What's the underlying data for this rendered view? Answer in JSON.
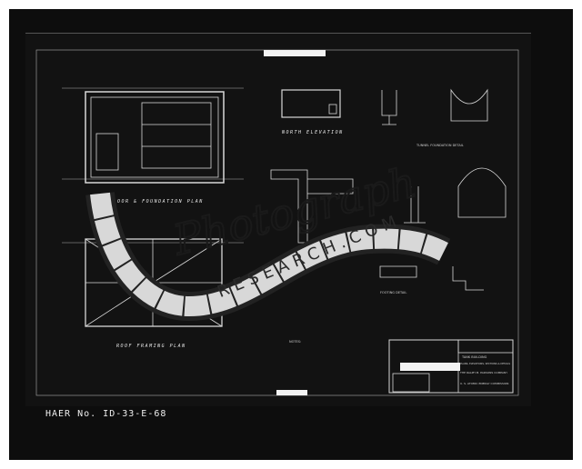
{
  "drawing": {
    "views": {
      "floor_plan": "FLOOR & FOUNDATION PLAN",
      "roof_plan": "ROOF FRAMING PLAN",
      "north_elevation": "NORTH ELEVATION",
      "notes": "NOTES:",
      "footing_detail": "FOOTING DETAIL",
      "tunnel_detail": "TUNNEL FOUNDATION DETAIL"
    },
    "title_block": {
      "project": "TANK BUILDING",
      "sheet_title": "PLANS, ELEVATIONS, SECTIONS & DETAILS",
      "firm": "THE RALPH M. PARSONS COMPANY",
      "client": "U. S. ATOMIC ENERGY COMMISSION"
    }
  },
  "watermark": {
    "script": "Photograph",
    "sub": "RESEARCH.COM"
  },
  "caption": "HAER No. ID-33-E-68"
}
